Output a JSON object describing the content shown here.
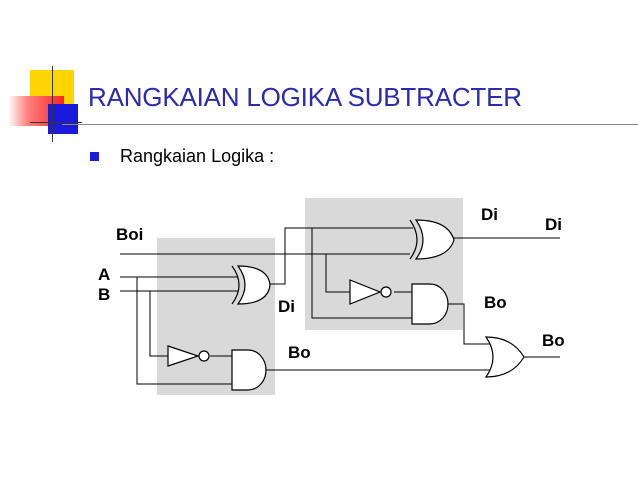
{
  "slide": {
    "title": "RANGKAIAN LOGIKA SUBTRACTER",
    "bullet_text": "Rangkaian Logika :"
  },
  "colors": {
    "title": "#2b2bb0",
    "bullet": "#1c1cd6",
    "block": "#d9d9d9",
    "deco_yellow": "#ffd400",
    "deco_red": "#ff2020",
    "deco_blue": "#1a1adf"
  },
  "diagram": {
    "labels": {
      "boi": "Boi",
      "a": "A",
      "b": "B",
      "di_half1": "Di",
      "bo_half1": "Bo",
      "di_half2": "Di",
      "bo_half2": "Bo",
      "di_out": "Di",
      "bo_out": "Bo"
    },
    "gates": [
      "xor-gate",
      "not-gate",
      "and-gate",
      "xor-gate",
      "not-gate",
      "and-gate",
      "or-gate"
    ]
  }
}
